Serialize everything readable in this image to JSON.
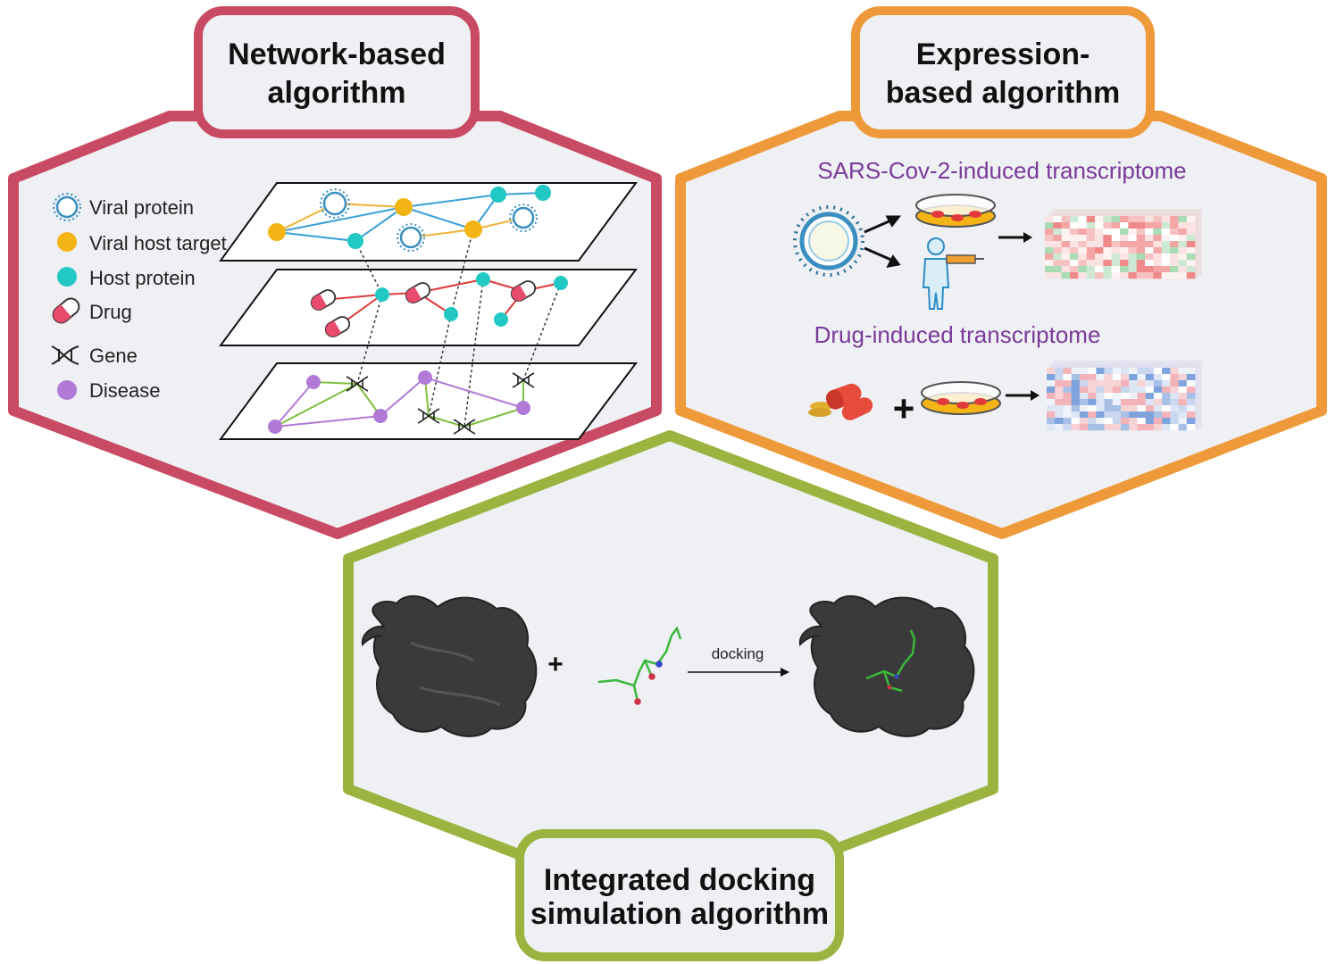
{
  "colors": {
    "network": "#c94a63",
    "expression": "#ef9a3a",
    "docking": "#9cb33f",
    "panel_fill": "#eef0f4",
    "viral_host": "#f5b416",
    "host_protein": "#22c9c4",
    "disease": "#b07ad6",
    "edge_orange": "#f0b33a",
    "edge_blue": "#3aa0d8",
    "edge_red": "#e03a3a",
    "edge_green": "#7fbf3f",
    "edge_purple": "#b07ad6",
    "text_purple": "#7a3a9a"
  },
  "network": {
    "title_line1": "Network-based",
    "title_line2": "algorithm",
    "legend": [
      {
        "label": "Viral protein",
        "icon": "virus-icon"
      },
      {
        "label": "Viral host target",
        "icon": "orange-dot-icon"
      },
      {
        "label": "Host protein",
        "icon": "teal-dot-icon"
      },
      {
        "label": "Drug",
        "icon": "pill-icon"
      },
      {
        "label": "Gene",
        "icon": "dna-icon"
      },
      {
        "label": "Disease",
        "icon": "purple-dot-icon"
      }
    ]
  },
  "expression": {
    "title_line1": "Expression-",
    "title_line2": "based algorithm",
    "sars_label": "SARS-Cov-2-induced transcriptome",
    "drug_label": "Drug-induced transcriptome"
  },
  "docking": {
    "title_line1": "Integrated docking",
    "title_line2": "simulation algorithm",
    "plus": "+",
    "arrow_label": "docking"
  },
  "expression_plus": "+"
}
